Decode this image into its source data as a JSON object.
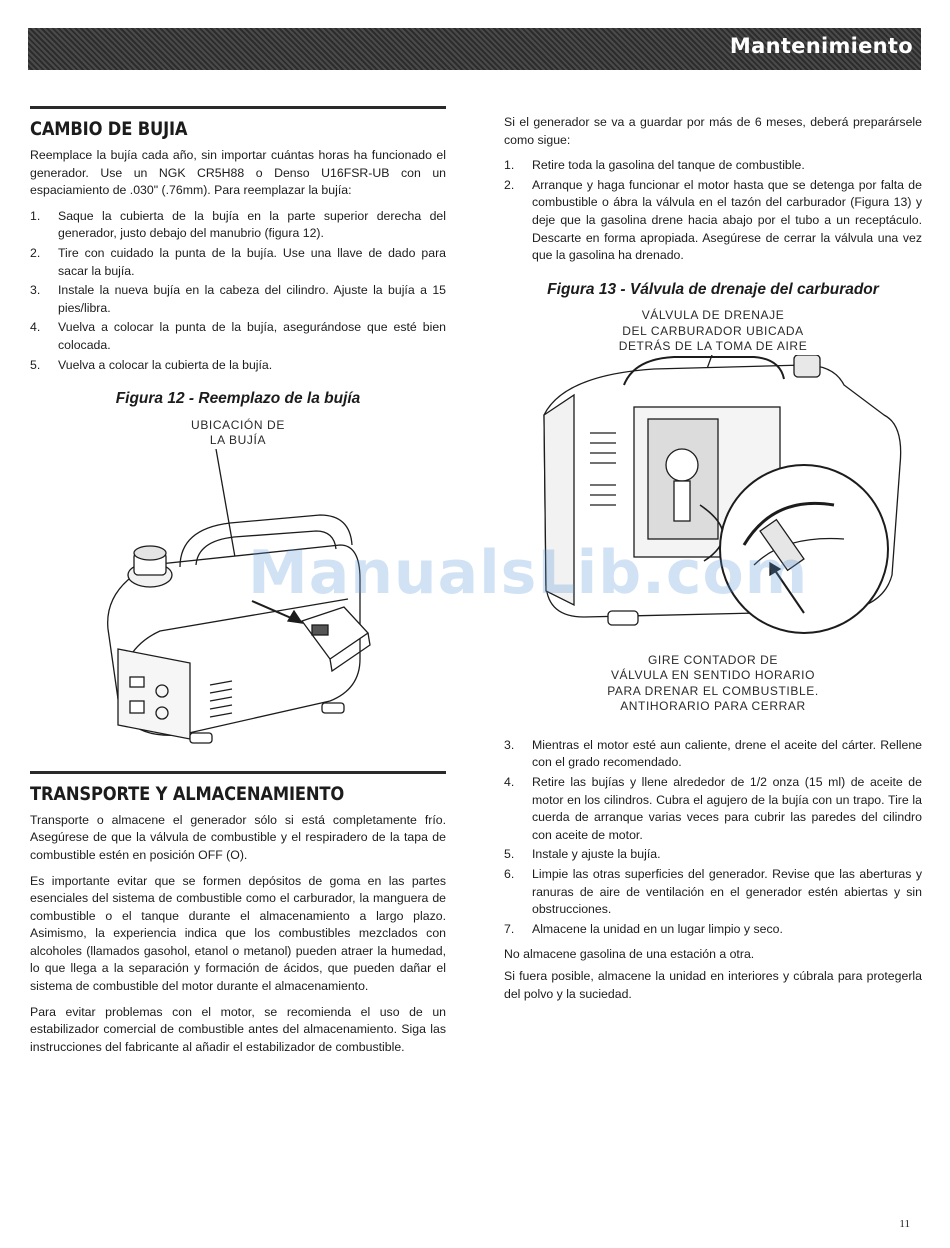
{
  "header": {
    "title": "Mantenimiento",
    "accent": "#2c2c2c"
  },
  "spark": {
    "title": "CAMBIO DE BUJIA",
    "intro": "Reemplace la bujía cada año, sin importar cuántas horas ha funcionado el generador. Use un NGK CR5H88 o Denso U16FSR-UB con un espaciamiento de .030\" (.76mm). Para reemplazar la bujía:",
    "steps": [
      {
        "num": "1.",
        "text": "Saque la cubierta de la bujía en la parte superior derecha del generador, justo debajo del manubrio (figura 12)."
      },
      {
        "num": "2.",
        "text": "Tire con cuidado la punta de la bujía. Use una llave de dado para sacar la bujía."
      },
      {
        "num": "3.",
        "text": "Instale la nueva bujía en la cabeza del cilindro. Ajuste la bujía a 15 pies/libra."
      },
      {
        "num": "4.",
        "text": "Vuelva a colocar la punta de la bujía, asegurándose que esté bien colocada."
      },
      {
        "num": "5.",
        "text": "Vuelva a colocar la cubierta de la bujía."
      }
    ],
    "figure_caption": "Figura 12 - Reemplazo de la bujía",
    "figure_label": [
      "UBICACIÓN DE",
      "LA BUJÍA"
    ]
  },
  "transport": {
    "title": "TRANSPORTE Y ALMACENAMIENTO",
    "paragraphs": [
      "Transporte o almacene el generador sólo si está completamente frío. Asegúrese de que la válvula de combustible y el respiradero de la tapa de combustible estén en posición OFF (O).",
      "Es importante evitar que se formen depósitos de goma en las partes esenciales del sistema de combustible como el carburador, la manguera de combustible o el tanque durante el almacenamiento a largo plazo. Asimismo, la experiencia indica que los combustibles mezclados con alcoholes (llamados gasohol, etanol o metanol) pueden atraer la humedad, lo que llega a la separación y formación de ácidos, que pueden dañar el sistema de combustible del motor durante el almacenamiento.",
      "Para evitar problemas con el motor, se recomienda el uso de un estabilizador comercial de combustible antes del almacenamiento. Siga las instrucciones del fabricante al añadir el estabilizador de combustible."
    ]
  },
  "storage": {
    "intro": "Si el generador se va a guardar por más de 6 meses, deberá preparársele como sigue:",
    "steps_a": [
      {
        "num": "1.",
        "text": "Retire toda la gasolina del tanque de combustible."
      },
      {
        "num": "2.",
        "text": "Arranque y haga funcionar el motor hasta que se detenga por falta de combustible o ábra la válvula en el tazón del carburador (Figura 13) y deje que la gasolina drene hacia abajo por el tubo a un receptáculo. Descarte en forma apropiada. Asegúrese de cerrar la válvula una vez que la gasolina ha drenado."
      }
    ],
    "figure_caption": "Figura 13 - Válvula de drenaje del carburador",
    "figure_label_top": [
      "VÁLVULA DE DRENAJE",
      "DEL CARBURADOR UBICADA",
      "DETRÁS DE LA TOMA DE AIRE"
    ],
    "figure_label_bottom": [
      "GIRE CONTADOR DE",
      "VÁLVULA EN SENTIDO HORARIO",
      "PARA DRENAR EL COMBUSTIBLE.",
      "ANTIHORARIO PARA CERRAR"
    ],
    "steps_b": [
      {
        "num": "3.",
        "text": "Mientras el motor esté aun caliente, drene el aceite del cárter. Rellene con el grado recomendado."
      },
      {
        "num": "4.",
        "text": "Retire las bujías y llene alrededor de 1/2 onza (15 ml) de aceite de motor en los cilindros. Cubra el agujero de la bujía con un trapo. Tire la cuerda de arranque varias veces para cubrir las paredes del cilindro con aceite de motor."
      },
      {
        "num": "5.",
        "text": "Instale y ajuste la bujía."
      },
      {
        "num": "6.",
        "text": "Limpie las otras superficies del generador. Revise que las aberturas y ranuras de aire de ventilación en el generador estén abiertas y sin obstrucciones."
      },
      {
        "num": "7.",
        "text": "Almacene la unidad en un lugar limpio y seco."
      }
    ],
    "outro": [
      "No almacene gasolina de una estación a otra.",
      "Si fuera posible, almacene la unidad en interiores y cúbrala para protegerla del polvo y la suciedad."
    ]
  },
  "watermark": "ManualsLib.com",
  "page_number": "11"
}
